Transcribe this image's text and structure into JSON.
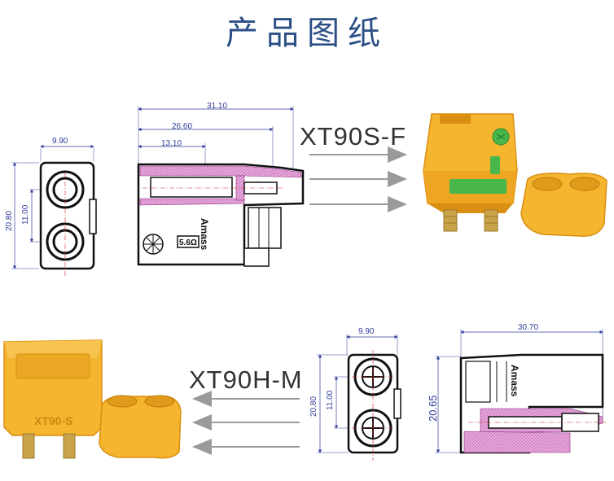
{
  "title": "产品图纸",
  "products": [
    {
      "model": "XT90S-F",
      "dimensions": {
        "front_width": "9.90",
        "front_height": "20.80",
        "pin_pitch": "11.00",
        "side_total": "31.10",
        "side_mid": "26.60",
        "side_inner": "13.10"
      },
      "body_marking": "Amass",
      "resistor_mark": "5.6Ω"
    },
    {
      "model": "XT90H-M",
      "dimensions": {
        "front_width": "9.90",
        "front_height": "20.80",
        "pin_pitch": "11.00",
        "side_total": "30.70",
        "side_height": "20.65"
      },
      "body_marking": "Amass",
      "photo_marking": "XT90-S"
    }
  ],
  "colors": {
    "title": "#2c4f86",
    "dimension_lines": "#2f3d9a",
    "connector_yellow": "#f5b52e",
    "connector_shadow": "#d98f12",
    "green_insert": "#48b64a",
    "pink_cross_section": "#e8a9dc",
    "brass_pins": "#caa24a",
    "arrows": "#9a9a9a"
  }
}
